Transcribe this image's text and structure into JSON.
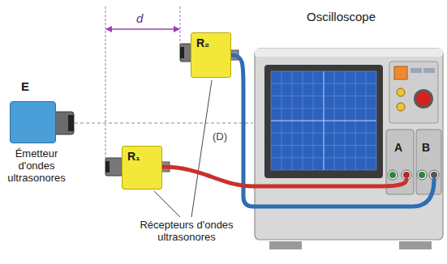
{
  "diagram": {
    "nodes": [
      {
        "text": [
          "E",
          "Émetteur d'ondes ultrasonores"
        ]
      },
      {
        "text": [
          "R₁"
        ]
      },
      {
        "text": [
          "R₂"
        ]
      },
      {
        "text": [
          "Oscilloscope"
        ]
      }
    ],
    "edges": [
      {
        "from": 2,
        "to": 3,
        "arrow": "none"
      },
      {
        "from": 1,
        "to": 3,
        "arrow": "none"
      }
    ],
    "labels": [
      "d",
      "(D)",
      "Récepteurs d'ondes ultrasonores",
      "A",
      "B"
    ]
  }
}
